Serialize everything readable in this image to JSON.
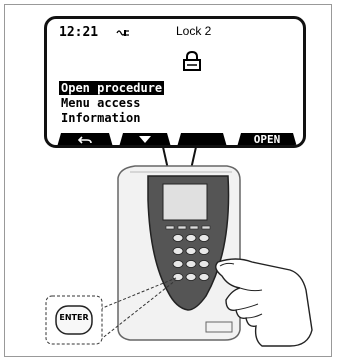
{
  "status": {
    "time": "12:21",
    "title": "Lock 2"
  },
  "icons": {
    "power": "power-plug-icon",
    "lock": "lock-icon",
    "back": "back-arrow-icon",
    "down": "down-arrow-icon"
  },
  "menu": {
    "items": [
      {
        "label": "Open procedure",
        "selected": true
      },
      {
        "label": "Menu access",
        "selected": false
      },
      {
        "label": "Information",
        "selected": false
      }
    ]
  },
  "softkeys": {
    "right_label": "OPEN"
  },
  "callout": {
    "key_label": "ENTER"
  }
}
